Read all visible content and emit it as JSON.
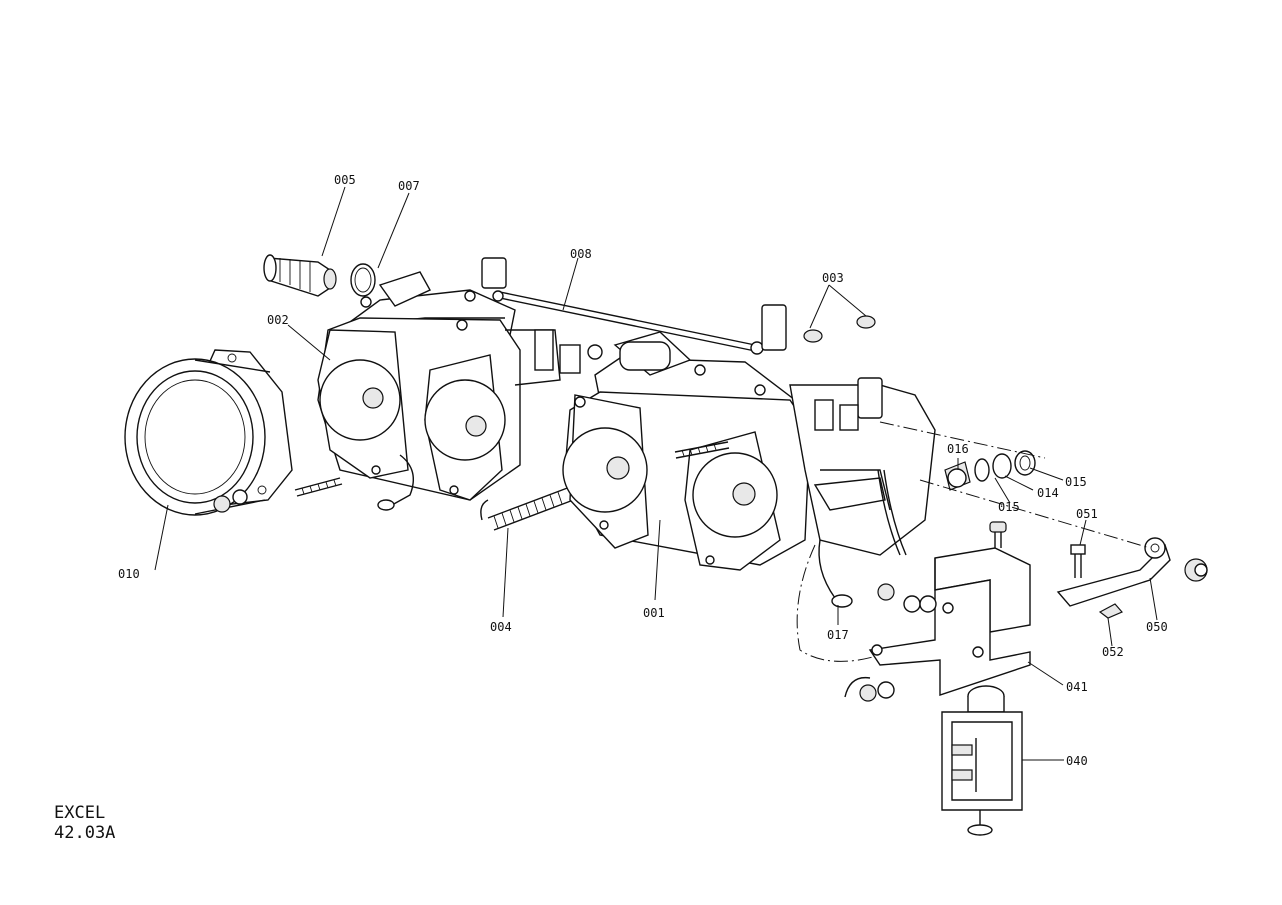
{
  "document": {
    "model": "EXCEL",
    "page_code": "42.03A"
  },
  "callouts": {
    "c001": "001",
    "c002": "002",
    "c003": "003",
    "c004": "004",
    "c005": "005",
    "c007": "007",
    "c008": "008",
    "c010": "010",
    "c014": "014",
    "c015a": "015",
    "c015b": "015",
    "c016": "016",
    "c017": "017",
    "c040": "040",
    "c041": "041",
    "c050": "050",
    "c051": "051",
    "c052": "052"
  }
}
